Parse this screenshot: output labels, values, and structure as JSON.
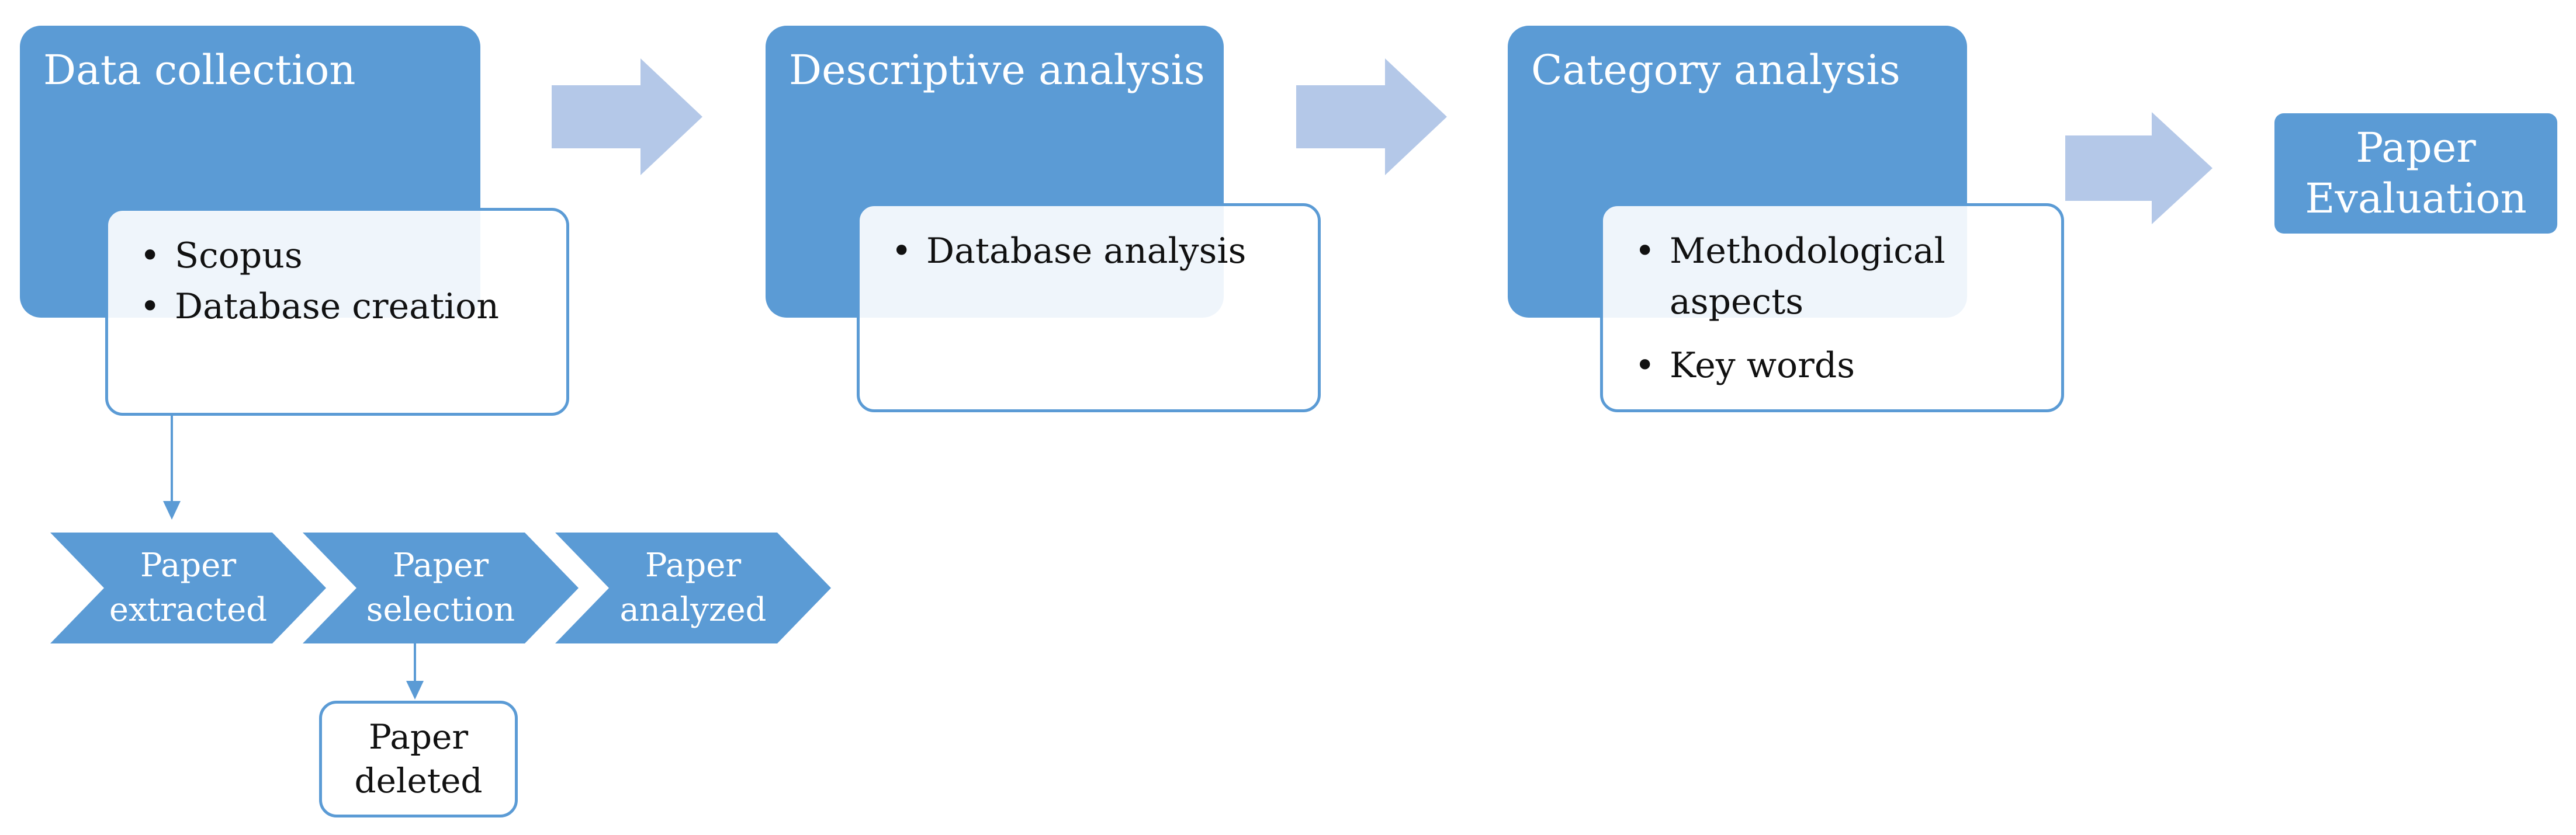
{
  "colors": {
    "primary": "#5b9bd5",
    "block_arrow": "#b4c8e8",
    "text_dark": "#111111",
    "text_light": "#ffffff"
  },
  "steps": [
    {
      "title": "Data collection",
      "items": [
        "Scopus",
        "Database creation"
      ]
    },
    {
      "title": "Descriptive analysis",
      "items": [
        "Database analysis"
      ]
    },
    {
      "title": "Category analysis",
      "items": [
        "Methodological aspects",
        "Key words"
      ]
    }
  ],
  "final": {
    "line1": "Paper",
    "line2": "Evaluation"
  },
  "chevrons": [
    {
      "line1": "Paper",
      "line2": "extracted"
    },
    {
      "line1": "Paper",
      "line2": "selection"
    },
    {
      "line1": "Paper",
      "line2": "analyzed"
    }
  ],
  "deleted": {
    "line1": "Paper",
    "line2": "deleted"
  }
}
